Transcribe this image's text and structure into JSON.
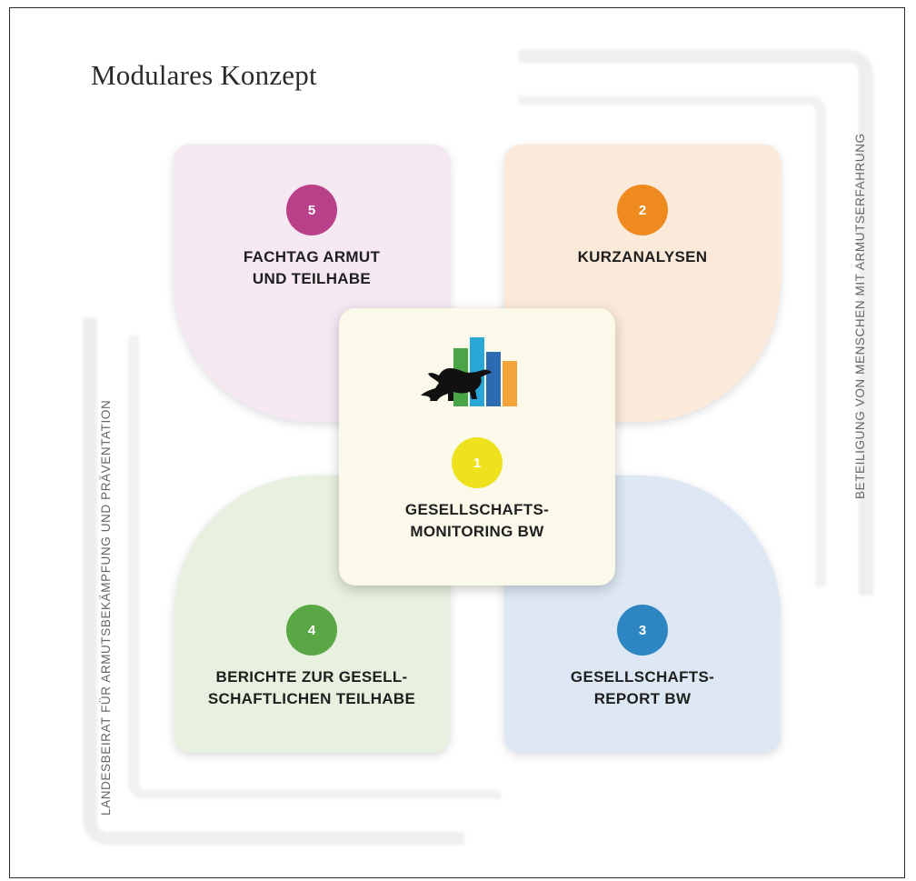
{
  "title": "Modulares Konzept",
  "side_label_right": "BETEILIGUNG VON MENSCHEN MIT ARMUTSERFAHRUNG",
  "side_label_left": "LANDESBEIRAT FÜR ARMUTSBEKÄMPFUNG UND PRÄVENTATION",
  "modules": {
    "m5": {
      "number": "5",
      "label": "FACHTAG ARMUT\nUND TEILHABE",
      "color": "#b8418a"
    },
    "m2": {
      "number": "2",
      "label": "KURZANALYSEN",
      "color": "#ee8a1e"
    },
    "m1": {
      "number": "1",
      "label": "GESELLSCHAFTS-\nMONITORING BW",
      "color": "#ede21d"
    },
    "m4": {
      "number": "4",
      "label": "BERICHTE ZUR GESELL-\nSCHAFTLICHEN TEILHABE",
      "color": "#5aa845"
    },
    "m3": {
      "number": "3",
      "label": "GESELLSCHAFTS-\nREPORT BW",
      "color": "#2d86c2"
    }
  },
  "logo": {
    "icon": "lion-bar-chart-icon",
    "bar_colors": [
      "#4aa548",
      "#28a7d6",
      "#2c6ab1",
      "#f2a33a"
    ]
  }
}
